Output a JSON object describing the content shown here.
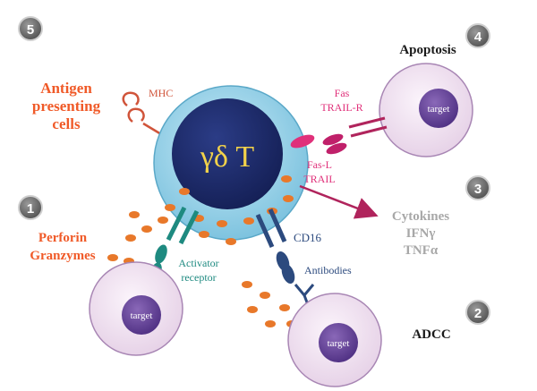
{
  "colors": {
    "orange_text": "#f05a28",
    "mhc": "#d0543a",
    "pink": "#e0307a",
    "magenta": "#b0245c",
    "teal": "#1e8a80",
    "navy": "#2c4a7e",
    "gray_text": "#a8a8a8",
    "granule": "#e8782a",
    "target_outer": "#efe1ef",
    "target_inner": "#6a4a9a",
    "cell_outer": "#8ecde6",
    "nucleus": "#1f2d6e",
    "gold": "#f2d24a",
    "badge": "#6f6f6f"
  },
  "badges": [
    "5",
    "4",
    "3",
    "1",
    "2"
  ],
  "central_cell": {
    "label": "γδ T"
  },
  "antigen": {
    "lines": [
      "Antigen",
      "presenting",
      "cells"
    ],
    "mhc_label": "MHC"
  },
  "apoptosis": {
    "title": "Apoptosis",
    "receptor_lines": [
      "Fas",
      "TRAIL-R"
    ],
    "ligand_lines": [
      "Fas-L",
      "TRAIL"
    ],
    "target_label": "target"
  },
  "cytokines": {
    "lines": [
      "Cytokines",
      "IFNγ",
      "TNFα"
    ]
  },
  "perforin": {
    "lines": [
      "Perforin",
      "Granzymes"
    ],
    "receptor_lines": [
      "Activator",
      "receptor"
    ],
    "target_label": "target"
  },
  "adcc": {
    "title": "ADCC",
    "cd16_label": "CD16",
    "antibodies_label": "Antibodies",
    "target_label": "target"
  }
}
